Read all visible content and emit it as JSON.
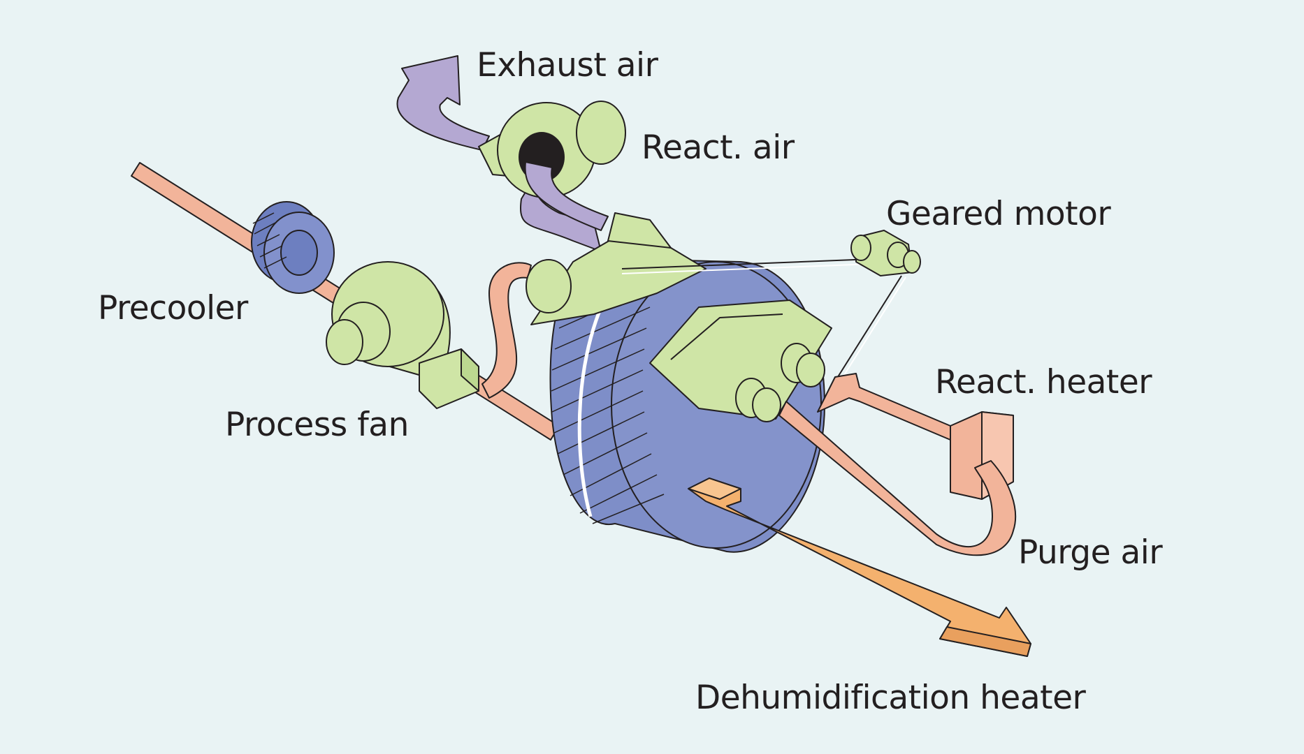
{
  "labels": {
    "exhaust_air": "Exhaust air",
    "react_air": "React. air",
    "geared_motor": "Geared motor",
    "precooler": "Precooler",
    "process_fan": "Process fan",
    "react_heater": "React. heater",
    "purge_air": "Purge air",
    "dehumidification_heater": "Dehumidification heater"
  },
  "colors": {
    "background": "#e9f3f4",
    "process_air": "#f2b49a",
    "exhaust_air": "#b4a8d2",
    "dehumidified_air": "#f4b16e",
    "component_green": "#cfe5a6",
    "rotor_blue": "#7e8ec8",
    "precooler_blue": "#6d7fc0",
    "outline": "#231f20"
  }
}
